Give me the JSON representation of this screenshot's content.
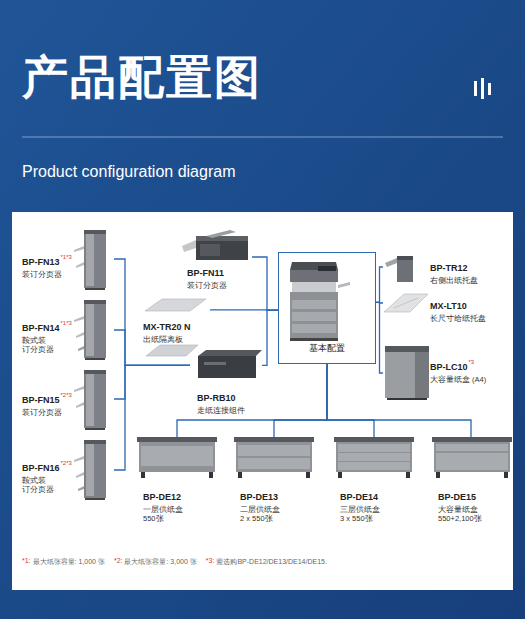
{
  "diagram": {
    "title": "产品配置图",
    "nodes": [
      {
        "text": [
          "BP-FN13",
          "*1*3",
          "装订分页器"
        ]
      },
      {
        "text": [
          "BP-FN11",
          "装订分页器"
        ]
      },
      {
        "text": [
          "基本配置"
        ]
      },
      {
        "text": [
          "BP-TR12",
          "右侧出纸托盘"
        ]
      },
      {
        "text": [
          "BP-FN14",
          "*1*3",
          "鞍式装 订分页器"
        ]
      },
      {
        "text": [
          "MX-TR20 N",
          "出纸隔离板"
        ]
      },
      {
        "text": [
          "MX-LT10",
          "长尺寸给纸托盘"
        ]
      },
      {
        "text": [
          "BP-RB10",
          "走纸连接组件"
        ]
      },
      {
        "text": [
          "BP-LC10",
          "*3",
          "大容量纸盒 (A4)"
        ]
      },
      {
        "text": [
          "BP-FN15",
          "*2*3",
          "装订分页器"
        ]
      },
      {
        "text": [
          "BP-FN16",
          "*2*3",
          "鞍式装 订分页器"
        ]
      },
      {
        "text": [
          "BP-DE12",
          "一层供纸盒",
          "550张"
        ]
      },
      {
        "text": [
          "BP-DE13",
          "二层供纸盒",
          "2 x 550张"
        ]
      },
      {
        "text": [
          "BP-DE14",
          "三层供纸盒",
          "3 x 550张"
        ]
      },
      {
        "text": [
          "BP-DE15",
          "大容量纸盒",
          "550+2,100张"
        ]
      }
    ],
    "edges": [
      {
        "from": 0,
        "to": 7,
        "arrow": "none"
      },
      {
        "from": 4,
        "to": 7,
        "arrow": "none"
      },
      {
        "from": 9,
        "to": 7,
        "arrow": "none"
      },
      {
        "from": 10,
        "to": 7,
        "arrow": "none"
      },
      {
        "from": 1,
        "to": 2,
        "arrow": "none"
      },
      {
        "from": 5,
        "to": 2,
        "arrow": "none"
      },
      {
        "from": 7,
        "to": 2,
        "arrow": "none"
      },
      {
        "from": 2,
        "to": 3,
        "arrow": "none"
      },
      {
        "from": 2,
        "to": 6,
        "arrow": "none"
      },
      {
        "from": 2,
        "to": 8,
        "arrow": "none"
      },
      {
        "from": 2,
        "to": 11,
        "arrow": "none"
      },
      {
        "from": 2,
        "to": 12,
        "arrow": "none"
      },
      {
        "from": 2,
        "to": 13,
        "arrow": "none"
      },
      {
        "from": 2,
        "to": 14,
        "arrow": "none"
      }
    ],
    "labels": [
      "Product configuration diagram",
      "*1:",
      "最大纸张容量: 1,000 张",
      "*2:",
      "最大纸张容量: 3,000 张",
      "*3:",
      "需选购BP-DE12/DE13/DE14/DE15."
    ]
  }
}
